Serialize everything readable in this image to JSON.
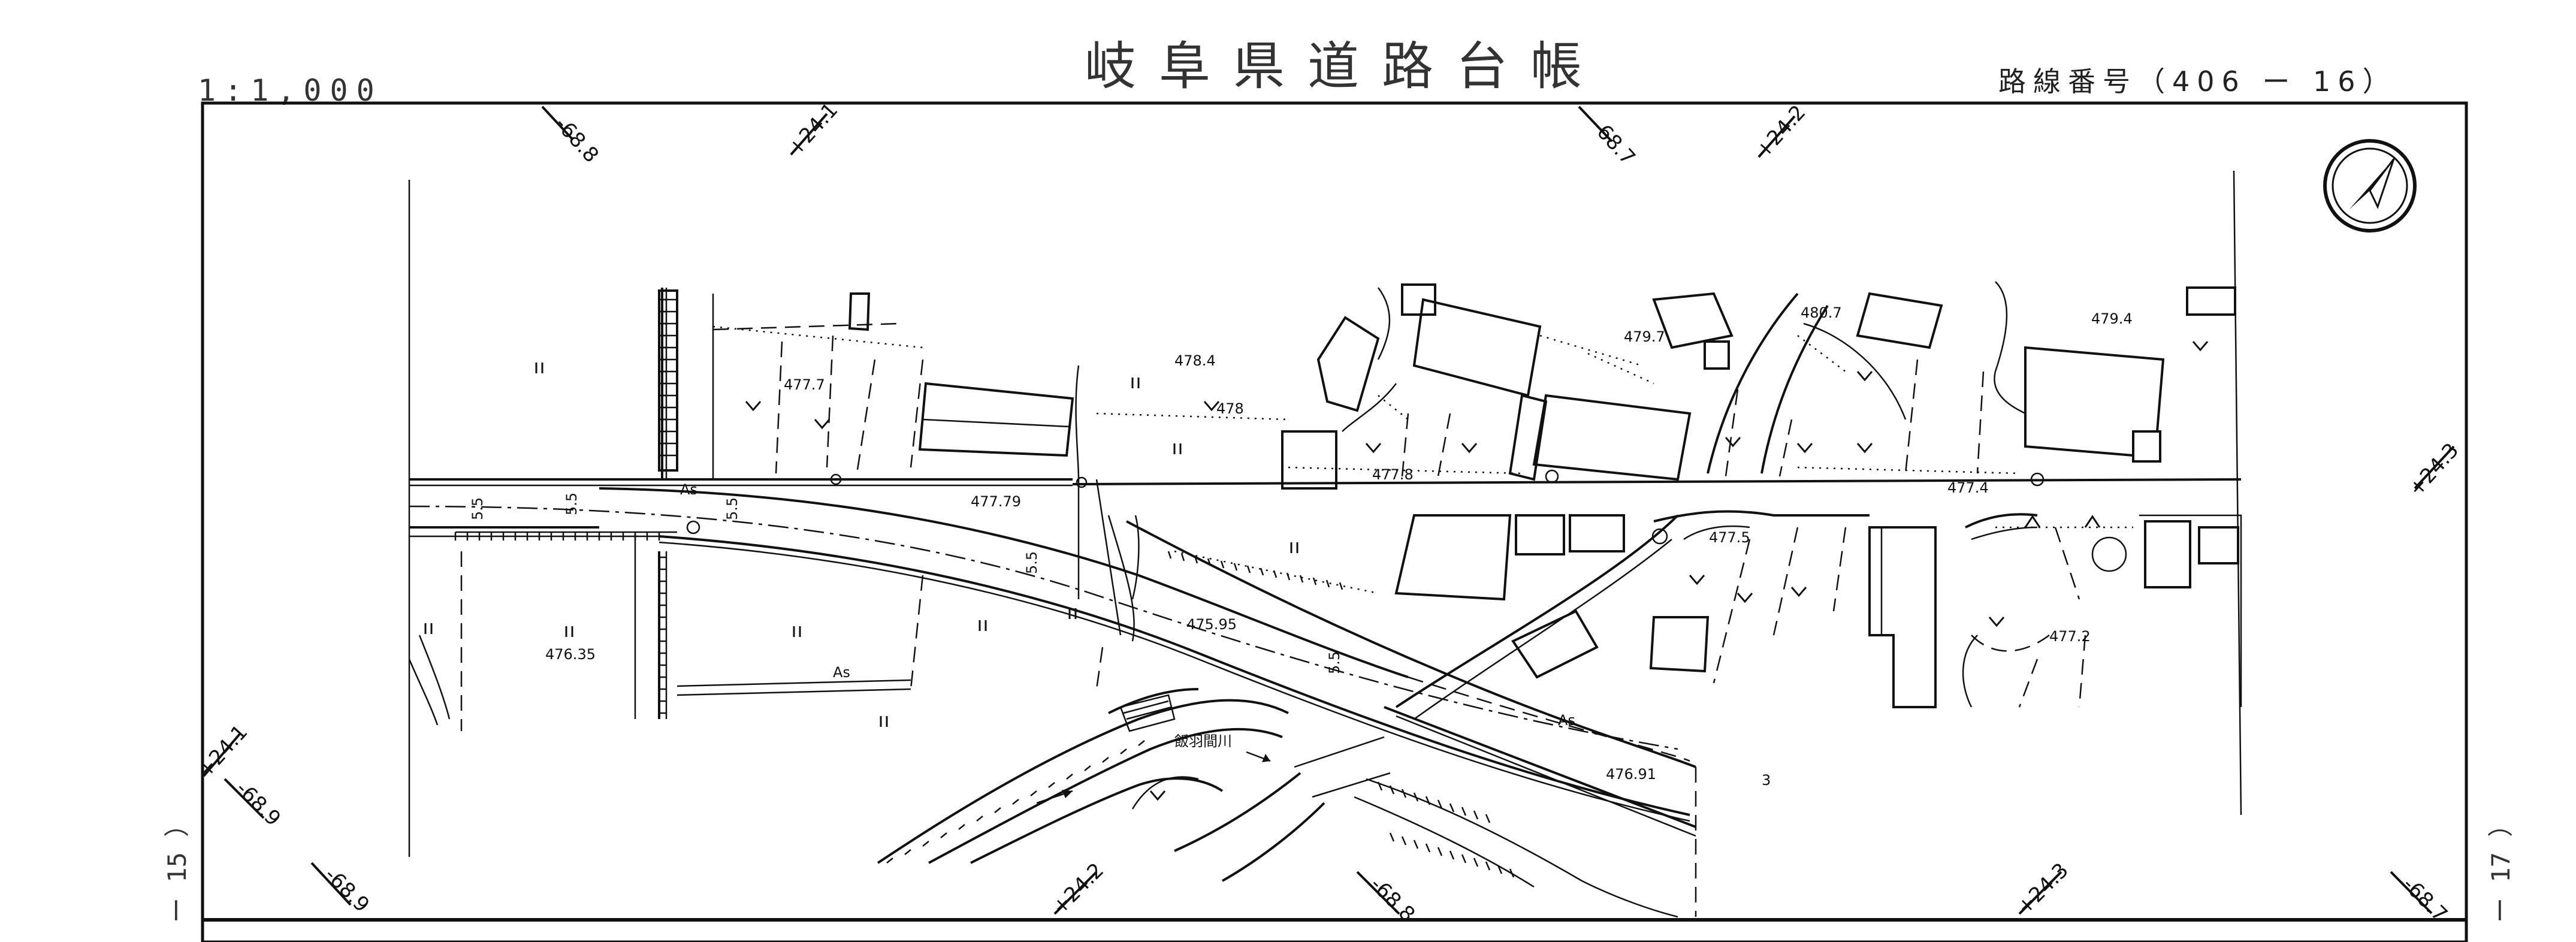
{
  "sheet": {
    "title": "岐阜県道路台帳",
    "scale": "1:1,000",
    "route_number": "路線番号（406 ー 16）",
    "prev_sheet": "ー 15 ）",
    "next_sheet": "ー 17 ）"
  },
  "grid_marks": {
    "top": [
      "-68.8",
      "+24.1",
      "-68.7",
      "+24.2"
    ],
    "right": "+24.3",
    "left": [
      "+24.1",
      "-68.9"
    ],
    "bottom": [
      "-68.9",
      "+24.2",
      "-68.8",
      "+24.3",
      "-68.7"
    ]
  },
  "elevations": [
    "477.7",
    "478.4",
    "478",
    "479.7",
    "480.7",
    "479.4",
    "477.79",
    "477.8",
    "477.4",
    "476.35",
    "475.95",
    "477.5",
    "477.2",
    "476.91"
  ],
  "labels": {
    "river": "飯羽間川",
    "pavement": [
      "As",
      "As",
      "As"
    ],
    "width_marks": [
      "5.5",
      "5.5",
      "5.5",
      "5.5",
      "5.5"
    ],
    "section_number": "3"
  },
  "symbols": {
    "north_arrow": "north-arrow-icon"
  }
}
